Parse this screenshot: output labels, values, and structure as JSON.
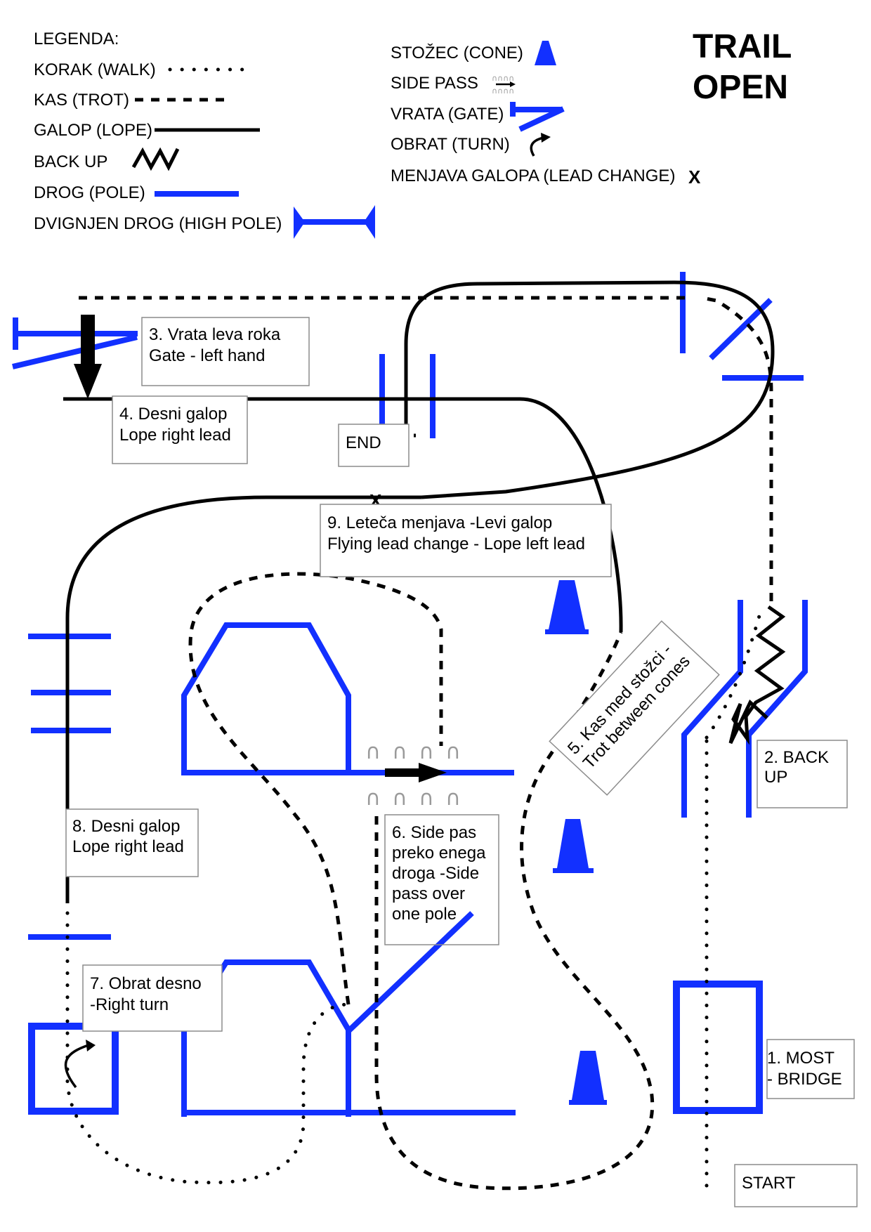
{
  "legend": {
    "title": "LEGENDA:",
    "walk": "KORAK (WALK)",
    "trot": "KAS (TROT)",
    "lope": "GALOP (LOPE)",
    "back_up": "BACK UP",
    "pole": "DROG (POLE)",
    "high_pole": "DVIGNJEN DROG (HIGH POLE)",
    "cone": "STOŽEC (CONE)",
    "side_pass": "SIDE PASS",
    "gate": "VRATA (GATE)",
    "turn": "OBRAT (TURN)",
    "lead_change": "MENJAVA GALOPA (LEAD CHANGE)",
    "lead_change_mark": "X"
  },
  "title": {
    "line1": "TRAIL",
    "line2": "OPEN"
  },
  "labels": {
    "gate_line1": "3. Vrata leva roka",
    "gate_line2": "Gate -  left hand",
    "lope4_line1": "4. Desni galop",
    "lope4_line2": "Lope right lead",
    "end": "END",
    "change_line1": "9. Leteča menjava -Levi galop",
    "change_line2": "Flying lead change - Lope left lead",
    "change_mark": "X",
    "trot_line1": "5. Kas med stožci -",
    "trot_line2": "Trot between cones",
    "backup_line1": "2. BACK",
    "backup_line2": "UP",
    "sidepass_line1": "6. Side pas",
    "sidepass_line2": "preko enega",
    "sidepass_line3": "droga -Side",
    "sidepass_line4": "pass over",
    "sidepass_line5": "one pole",
    "lope8_line1": "8. Desni galop",
    "lope8_line2": "Lope right lead",
    "turn_line1": "7. Obrat desno",
    "turn_line2": "-Right turn",
    "bridge_line1": "1. MOST",
    "bridge_line2": "- BRIDGE",
    "start": "START"
  },
  "colors": {
    "obstacle": "#1230ff",
    "path": "#000000",
    "label_border": "#8c8c8c"
  },
  "icons": {
    "horseshoe": "horseshoe-icon",
    "cone": "cone-icon",
    "arrow": "arrow-icon"
  }
}
